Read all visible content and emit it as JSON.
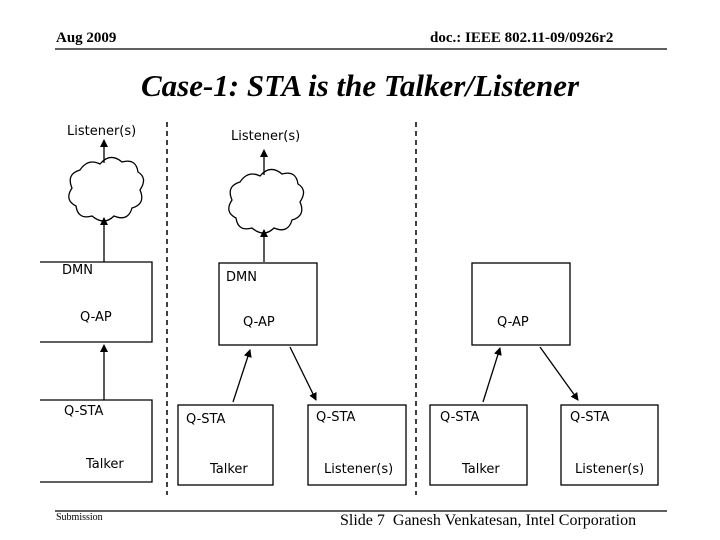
{
  "header": {
    "date": "Aug 2009",
    "doc_id": "doc.: IEEE 802.11-09/0926r2"
  },
  "title": "Case-1: STA is the Talker/Listener",
  "diagram": {
    "case1": {
      "listener": "Listener(s)",
      "dmn": "DMN",
      "ap": "Q-AP",
      "sta": "Q-STA",
      "talker": "Talker"
    },
    "case2": {
      "listener": "Listener(s)",
      "dmn": "DMN",
      "ap": "Q-AP",
      "sta_talker": "Q-STA",
      "talker": "Talker",
      "sta_listener": "Q-STA",
      "listener_bottom": "Listener(s)"
    },
    "case3": {
      "ap": "Q-AP",
      "sta_talker": "Q-STA",
      "talker": "Talker",
      "sta_listener": "Q-STA",
      "listener_bottom": "Listener(s)"
    }
  },
  "footer": {
    "submission": "Submission",
    "slide": "Slide 7",
    "author": "Ganesh Venkatesan, Intel Corporation"
  }
}
